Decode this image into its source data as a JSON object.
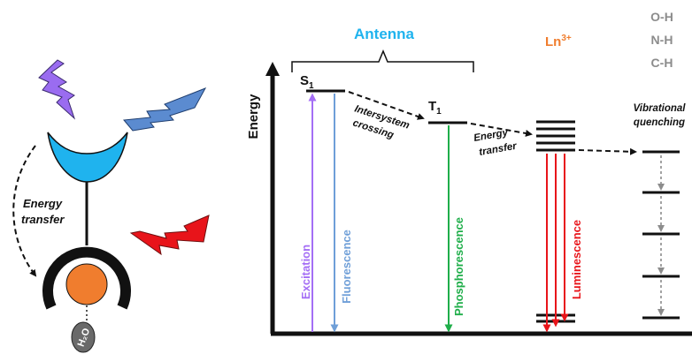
{
  "molecule": {
    "energy_transfer_label": [
      "Energy",
      "transfer"
    ],
    "water_label": "H₂O"
  },
  "diagram": {
    "energy_axis_label": "Energy",
    "antenna_label": "Antenna",
    "lanthanide_label": "Ln",
    "lanthanide_superscript": "3+",
    "s1_label": "S",
    "s1_subscript": "1",
    "t1_label": "T",
    "t1_subscript": "1",
    "intersystem_label": [
      "Intersystem",
      "crossing"
    ],
    "energy_transfer_label": [
      "Energy",
      "transfer"
    ],
    "vibrational_label": [
      "Vibrational",
      "quenching"
    ],
    "oscillators": [
      "O-H",
      "N-H",
      "C-H"
    ],
    "transitions": {
      "excitation": "Excitation",
      "fluorescence": "Fluorescence",
      "phosphorescence": "Phosphorescence",
      "luminescence": "Luminescence"
    }
  },
  "colors": {
    "excitation": "#a46ef5",
    "fluorescence": "#6f9fd8",
    "phosphorescence": "#1fae4a",
    "luminescence": "#e8141a",
    "antenna": "#1fb3ee",
    "lanthanide": "#f07d2e",
    "oscillators": "#8c8c8c",
    "bolt_purple": "#9a6cf0",
    "bolt_blue": "#5b8bd0",
    "bolt_red": "#e8141a"
  }
}
